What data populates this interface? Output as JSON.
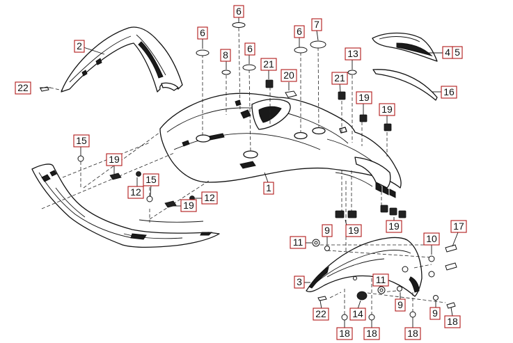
{
  "callouts": [
    {
      "id": "c-22a",
      "label": "22"
    },
    {
      "id": "c-2",
      "label": "2"
    },
    {
      "id": "c-6a",
      "label": "6"
    },
    {
      "id": "c-6b",
      "label": "6"
    },
    {
      "id": "c-8",
      "label": "8"
    },
    {
      "id": "c-6c",
      "label": "6"
    },
    {
      "id": "c-21a",
      "label": "21"
    },
    {
      "id": "c-20",
      "label": "20"
    },
    {
      "id": "c-6d",
      "label": "6"
    },
    {
      "id": "c-7",
      "label": "7"
    },
    {
      "id": "c-13",
      "label": "13"
    },
    {
      "id": "c-21b",
      "label": "21"
    },
    {
      "id": "c-19a",
      "label": "19"
    },
    {
      "id": "c-19b",
      "label": "19"
    },
    {
      "id": "c-4",
      "label": "4"
    },
    {
      "id": "c-5",
      "label": "5"
    },
    {
      "id": "c-16",
      "label": "16"
    },
    {
      "id": "c-15a",
      "label": "15"
    },
    {
      "id": "c-19c",
      "label": "19"
    },
    {
      "id": "c-12a",
      "label": "12"
    },
    {
      "id": "c-15b",
      "label": "15"
    },
    {
      "id": "c-19d",
      "label": "19"
    },
    {
      "id": "c-12b",
      "label": "12"
    },
    {
      "id": "c-1",
      "label": "1"
    },
    {
      "id": "c-19e",
      "label": "19"
    },
    {
      "id": "c-19f",
      "label": "19"
    },
    {
      "id": "c-11a",
      "label": "11"
    },
    {
      "id": "c-9a",
      "label": "9"
    },
    {
      "id": "c-10",
      "label": "10"
    },
    {
      "id": "c-17",
      "label": "17"
    },
    {
      "id": "c-3",
      "label": "3"
    },
    {
      "id": "c-11b",
      "label": "11"
    },
    {
      "id": "c-9b",
      "label": "9"
    },
    {
      "id": "c-9c",
      "label": "9"
    },
    {
      "id": "c-14",
      "label": "14"
    },
    {
      "id": "c-22b",
      "label": "22"
    },
    {
      "id": "c-18a",
      "label": "18"
    },
    {
      "id": "c-18b",
      "label": "18"
    },
    {
      "id": "c-18c",
      "label": "18"
    },
    {
      "id": "c-18d",
      "label": "18"
    }
  ],
  "colors": {
    "callout_border": "#b01818",
    "line": "#111111",
    "background": "#ffffff"
  }
}
